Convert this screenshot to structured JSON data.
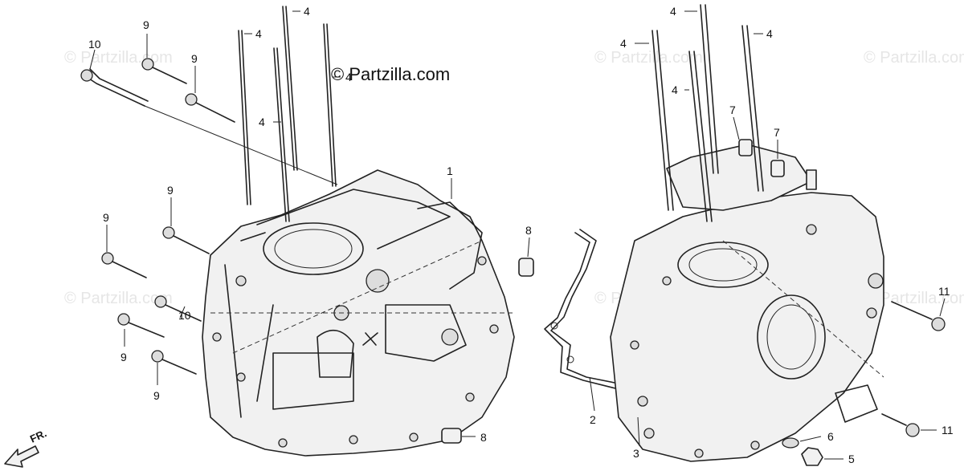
{
  "copyright": "© Partzilla.com",
  "watermark": "© Partzilla.com",
  "direction_label": "FR.",
  "callouts": {
    "c1": "1",
    "c2": "2",
    "c3": "3",
    "c4a": "4",
    "c4b": "4",
    "c4c": "4",
    "c4d": "4",
    "c4e": "4",
    "c4f": "4",
    "c4g": "4",
    "c4h": "4",
    "c5": "5",
    "c6": "6",
    "c7a": "7",
    "c7b": "7",
    "c8a": "8",
    "c8b": "8",
    "c9a": "9",
    "c9b": "9",
    "c9c": "9",
    "c9d": "9",
    "c9e": "9",
    "c9f": "9",
    "c10a": "10",
    "c10b": "10",
    "c11a": "11",
    "c11b": "11"
  }
}
